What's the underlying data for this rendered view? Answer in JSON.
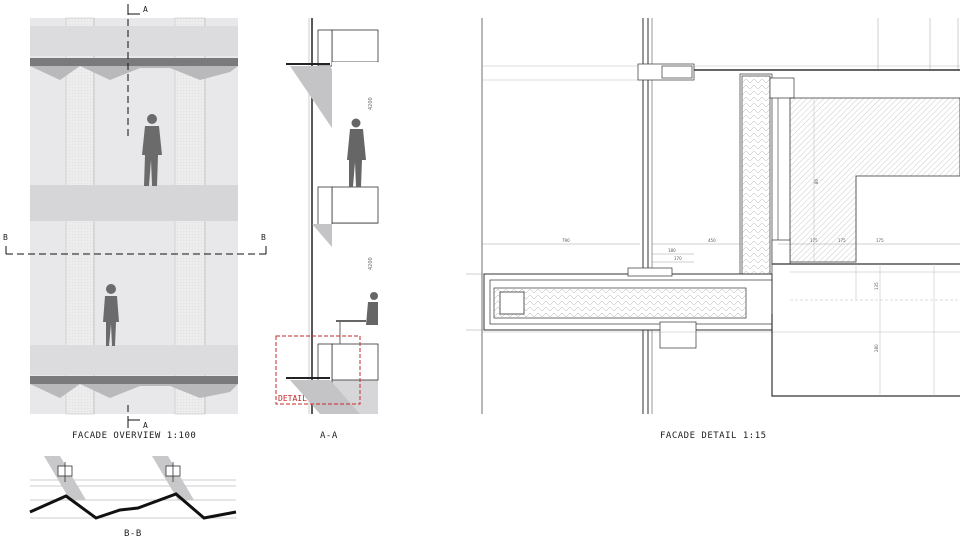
{
  "captions": {
    "overview": "FACADE OVERVIEW 1:100",
    "section_aa": "A-A",
    "detail": "FACADE DETAIL 1:15",
    "section_bb": "B-B"
  },
  "markers": {
    "a_top": "A",
    "a_bottom": "A",
    "b_left": "B",
    "b_right": "B",
    "detail_box": "DETAIL"
  },
  "dims": {
    "floor_height_1": "4200",
    "floor_height_2": "4200",
    "d_slab": "790",
    "d_gap": "450",
    "d_a": "175",
    "d_b": "175",
    "d_c": "175",
    "d_small_1": "180",
    "d_small_2": "170",
    "d_vert_1": "80",
    "d_vert_2": "135",
    "d_vert_3": "280"
  },
  "colors": {
    "line": "#333333",
    "panel": "#e6e6e8",
    "shade": "#bdbdbd",
    "band": "#7a7a7c",
    "figure": "#6b6b6b",
    "detail_box": "#c62828"
  }
}
